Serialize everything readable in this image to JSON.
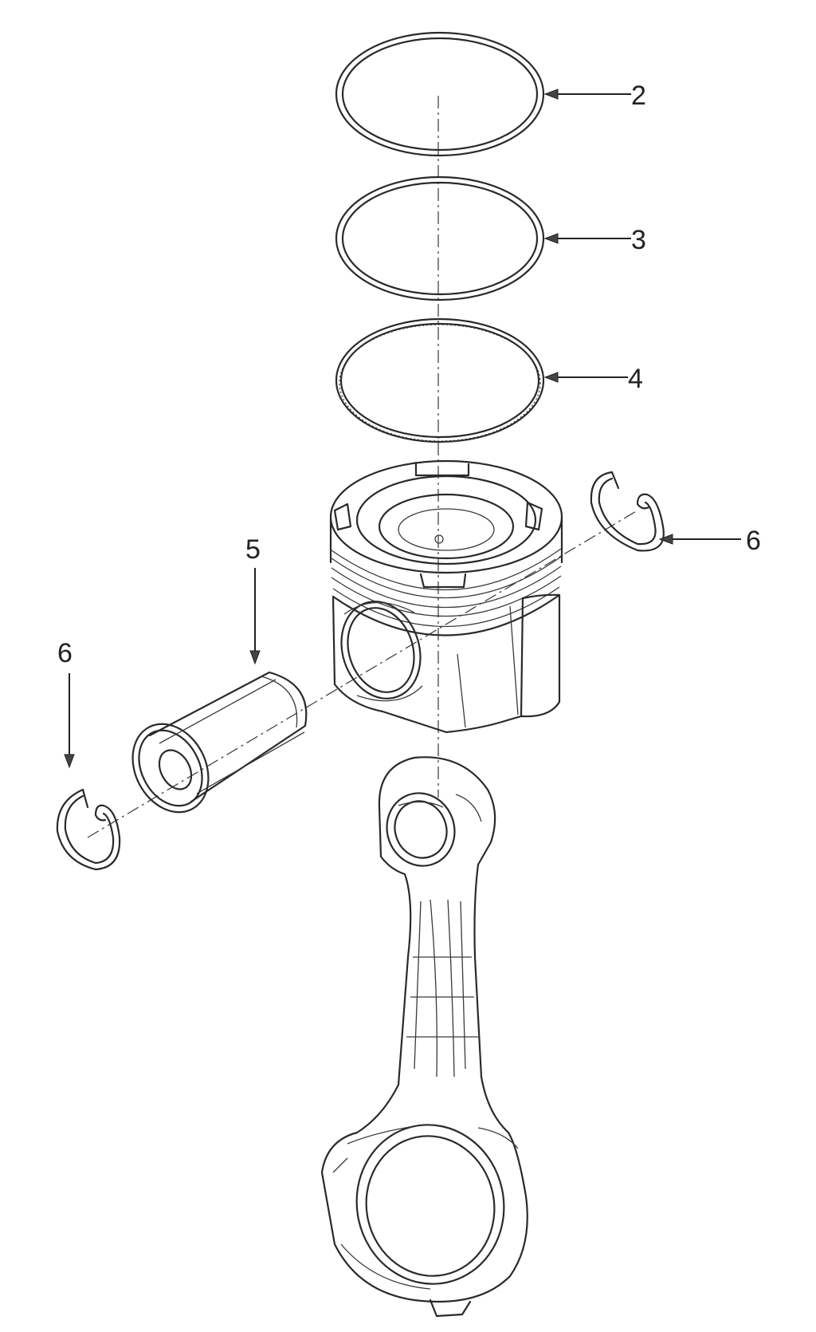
{
  "callouts": {
    "ring_top": "2",
    "ring_second": "3",
    "ring_oil": "4",
    "piston_pin": "5",
    "circlip_right": "6",
    "circlip_left": "6"
  },
  "colors": {
    "line": "#2a2a2a",
    "background": "#ffffff"
  }
}
